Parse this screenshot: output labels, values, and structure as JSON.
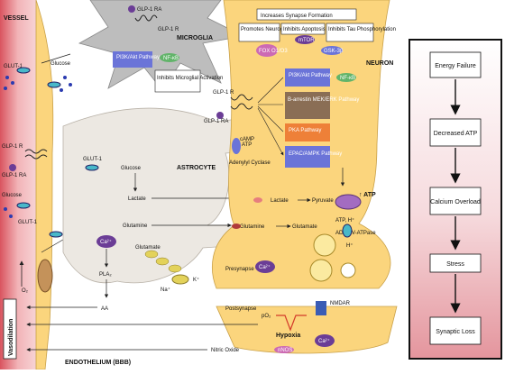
{
  "regions": {
    "vessel": "VESSEL",
    "microglia": "MICROGLIA",
    "astrocyte": "ASTROCYTE",
    "neuron": "NEURON",
    "endothelium": "ENDOTHELIUM (BBB)",
    "vasodilation": "Vasodilation",
    "presynapse": "Presynapse",
    "postsynapse": "Postsynapse"
  },
  "vessel": {
    "glp1r": "GLP-1 R",
    "glp1ra": "GLP-1 RA",
    "glut1_top": "GLUT-1",
    "glut1_bottom": "GLUT-1",
    "glucose_top": "Glucose",
    "glucose_bottom": "Glucose",
    "o2": "O₂"
  },
  "microglia": {
    "glp1ra": "GLP-1 RA",
    "glp1r": "GLP-1 R",
    "pathway": "PI3K/Akt Pathway",
    "nfkb": "NF-κB",
    "inhibits": "Inhibits Microglial Activation"
  },
  "astrocyte": {
    "glut1": "GLUT-1",
    "glucose": "Glucose",
    "lactate": "Lactate",
    "glutamine": "Glutamine",
    "glutamate": "Glutamate",
    "ca": "Ca²⁺",
    "pla2": "PLA₂",
    "aa": "AA",
    "na": "Na⁺",
    "k": "K⁺"
  },
  "neuron": {
    "increases_synapse": "Increases Synapse Formation",
    "promotes_neurogenesis": "Promotes Neurogenesis",
    "inhibits_apoptosis": "Inhibits Apoptosis",
    "inhibits_tau": "Inhibits Tau Phosphorylation",
    "fox": "FOX O1/O3",
    "mtor": "mTOR",
    "gsk": "GSK-3β",
    "glp1r": "GLP-1 R",
    "glp1ra": "GLP-1 RA",
    "camp": "cAMP",
    "atp_small": "ATP",
    "adenylyl": "Adenylyl Cyclase",
    "pi3k": "PI3K/Akt Pathway",
    "nfkb": "NF-κB",
    "barrestin": "B-arrestin MEK/ERK Pathway",
    "pka": "PKA Pathway",
    "epac": "EPAC/AMPK Pathway",
    "atp_up": "↑ ATP",
    "lactate": "Lactate",
    "pyruvate": "Pyruvate",
    "glutamine": "Glutamine",
    "glutamate": "Glutamate",
    "atp_h": "ATP, H⁺",
    "adp_v": "ADP",
    "vatpase": "V-ATPase",
    "h": "H⁺",
    "ca_pre": "Ca²⁺",
    "nmdar": "NMDAR",
    "po2": "pO₂",
    "hypoxia": "Hypoxia",
    "ca_post": "Ca²⁺",
    "nos": "nNOS",
    "no": "Nitric Oxide"
  },
  "flow": {
    "steps": [
      "Energy Failure",
      "Decreased ATP",
      "Calcium Overload",
      "Stress",
      "Synaptic Loss"
    ]
  },
  "colors": {
    "vessel": "#e89aa0",
    "neuron": "#fbd57d",
    "astrocyte": "#ece8e2",
    "microglia": "#bdbdbd",
    "pathway_blue": "#6b74d8",
    "pathway_brown": "#8a6e55",
    "pathway_orange": "#ee8038",
    "nfkb_green": "#62b46a",
    "flow_border": "#111111"
  }
}
